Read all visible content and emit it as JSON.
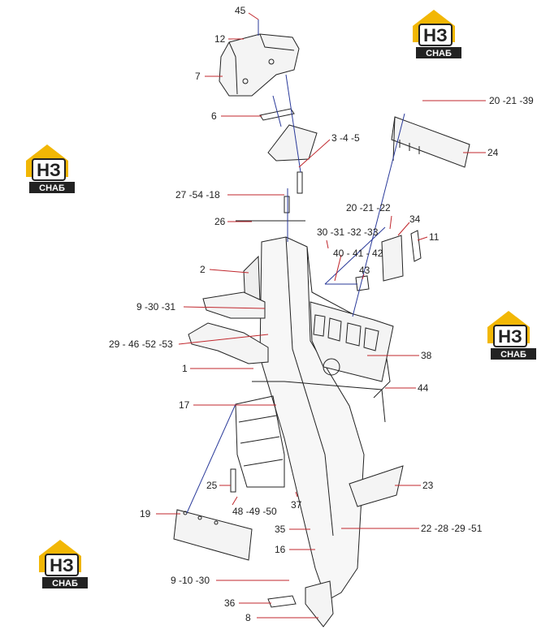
{
  "logo": {
    "letters": "НЗ",
    "text": "СНАБ",
    "color": "#f2b705",
    "dark": "#222222"
  },
  "colors": {
    "leader": "#c0272d",
    "part": "#222222",
    "guide": "#2a3a9a"
  },
  "labels": {
    "l45": "45",
    "l12": "12",
    "l7": "7",
    "l6": "6",
    "l345": "3 -4 -5",
    "l202139": "20 -21 -39",
    "l24": "24",
    "l275418": "27 -54 -18",
    "l26": "26",
    "l202122": "20 -21 -22",
    "l30313233": "30 -31 -32 -33",
    "l34": "34",
    "l11": "11",
    "l404142": "40 - 41 - 42",
    "l43": "43",
    "l2": "2",
    "l93031": "9 -30 -31",
    "l29465253": "29 - 46 -52 -53",
    "l38": "38",
    "l1": "1",
    "l44": "44",
    "l17": "17",
    "l23": "23",
    "l25": "25",
    "l484950": "48 -49 -50",
    "l37": "37",
    "l19": "19",
    "l35": "35",
    "l22282951": "22 -28 -29 -51",
    "l16": "16",
    "l91030": "9 -10 -30",
    "l36": "36",
    "l8": "8"
  }
}
